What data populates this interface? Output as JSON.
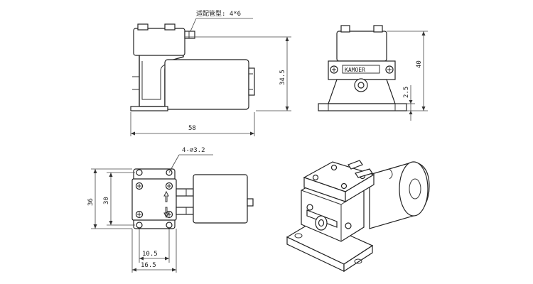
{
  "annotations": {
    "pipe_note": "适配管型: 4*6",
    "hole_note": "4-∅3.2"
  },
  "dimensions": {
    "side_width": "58",
    "side_height": "34.5",
    "front_height": "40",
    "front_base": "2.5",
    "top_outer": "36",
    "top_inner": "30",
    "top_w1": "10.5",
    "top_w2": "16.5"
  },
  "brand_label": "KAMOER"
}
